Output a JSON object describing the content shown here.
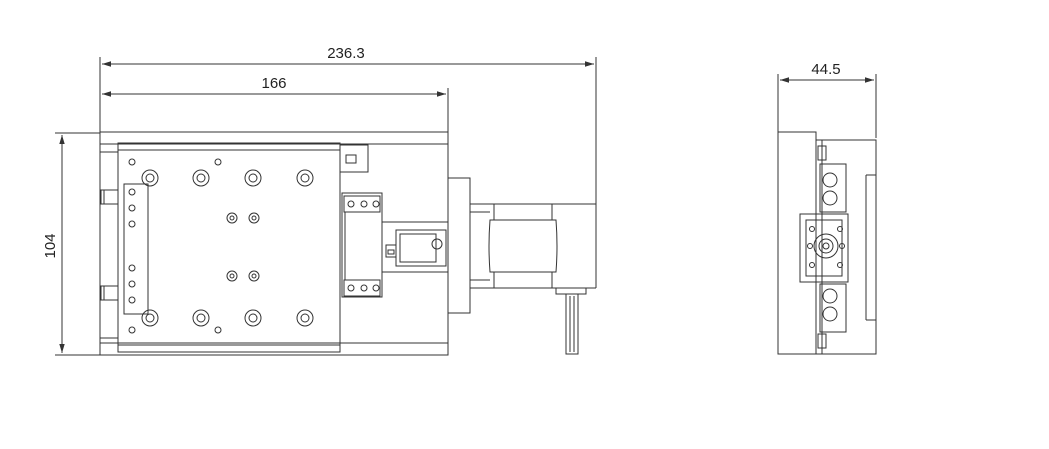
{
  "dimensions": {
    "overall_length": "236.3",
    "body_length": "166",
    "height": "104",
    "side_width": "44.5"
  },
  "colors": {
    "line": "#333333",
    "background": "#ffffff"
  }
}
